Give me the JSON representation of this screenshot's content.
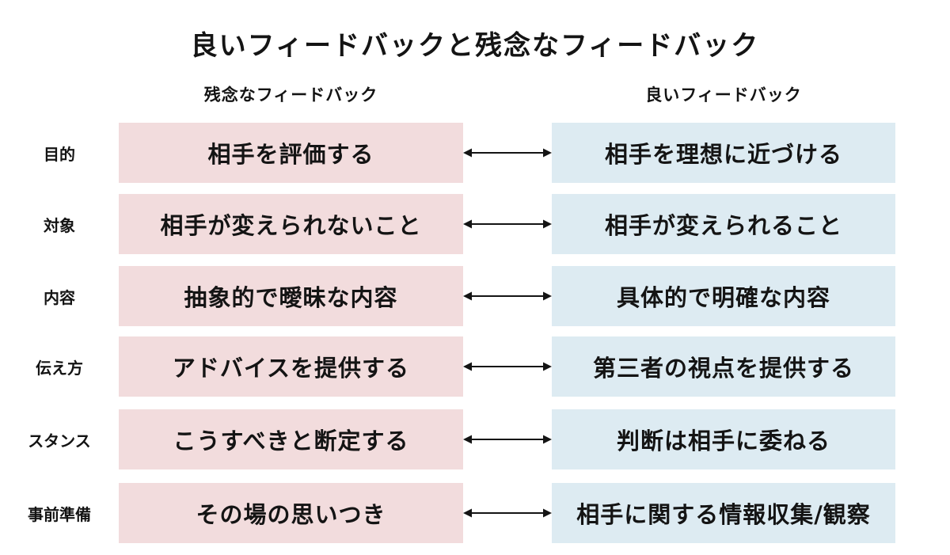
{
  "title": "良いフィードバックと残念なフィードバック",
  "columns": {
    "left": "残念なフィードバック",
    "right": "良いフィードバック"
  },
  "colors": {
    "bad_box": "#f2dcdd",
    "good_box": "#ddebf2",
    "arrow": "#141414"
  },
  "rows": [
    {
      "label": "目的",
      "bad": "相手を評価する",
      "good": "相手を理想に近づける"
    },
    {
      "label": "対象",
      "bad": "相手が変えられないこと",
      "good": "相手が変えられること"
    },
    {
      "label": "内容",
      "bad": "抽象的で曖昧な内容",
      "good": "具体的で明確な内容"
    },
    {
      "label": "伝え方",
      "bad": "アドバイスを提供する",
      "good": "第三者の視点を提供する"
    },
    {
      "label": "スタンス",
      "bad": "こうすべきと断定する",
      "good": "判断は相手に委ねる"
    },
    {
      "label": "事前準備",
      "bad": "その場の思いつき",
      "good": "相手に関する情報収集/観察"
    }
  ]
}
